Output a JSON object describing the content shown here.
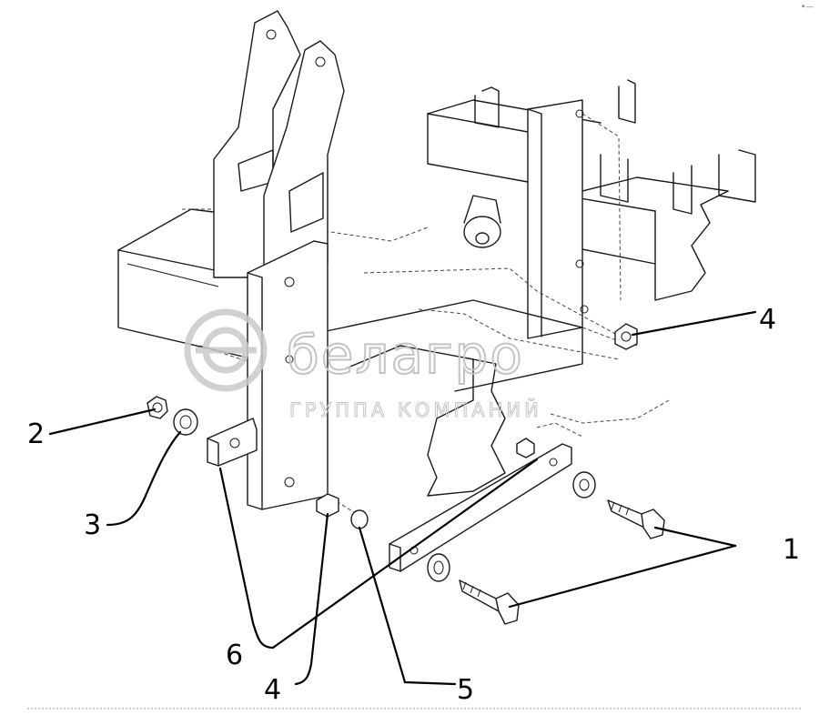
{
  "watermark": {
    "brand": "белагро",
    "subtitle": "ГРУППА КОМПАНИЙ"
  },
  "corner_mark": "•—",
  "callouts": [
    {
      "id": "1",
      "label": "1"
    },
    {
      "id": "2",
      "label": "2"
    },
    {
      "id": "3",
      "label": "3"
    },
    {
      "id": "4a",
      "label": "4"
    },
    {
      "id": "4b",
      "label": "4"
    },
    {
      "id": "5",
      "label": "5"
    },
    {
      "id": "6",
      "label": "6"
    }
  ],
  "colors": {
    "line": "#1a1a1a",
    "watermark": "#c9c9c9",
    "background": "#ffffff"
  }
}
